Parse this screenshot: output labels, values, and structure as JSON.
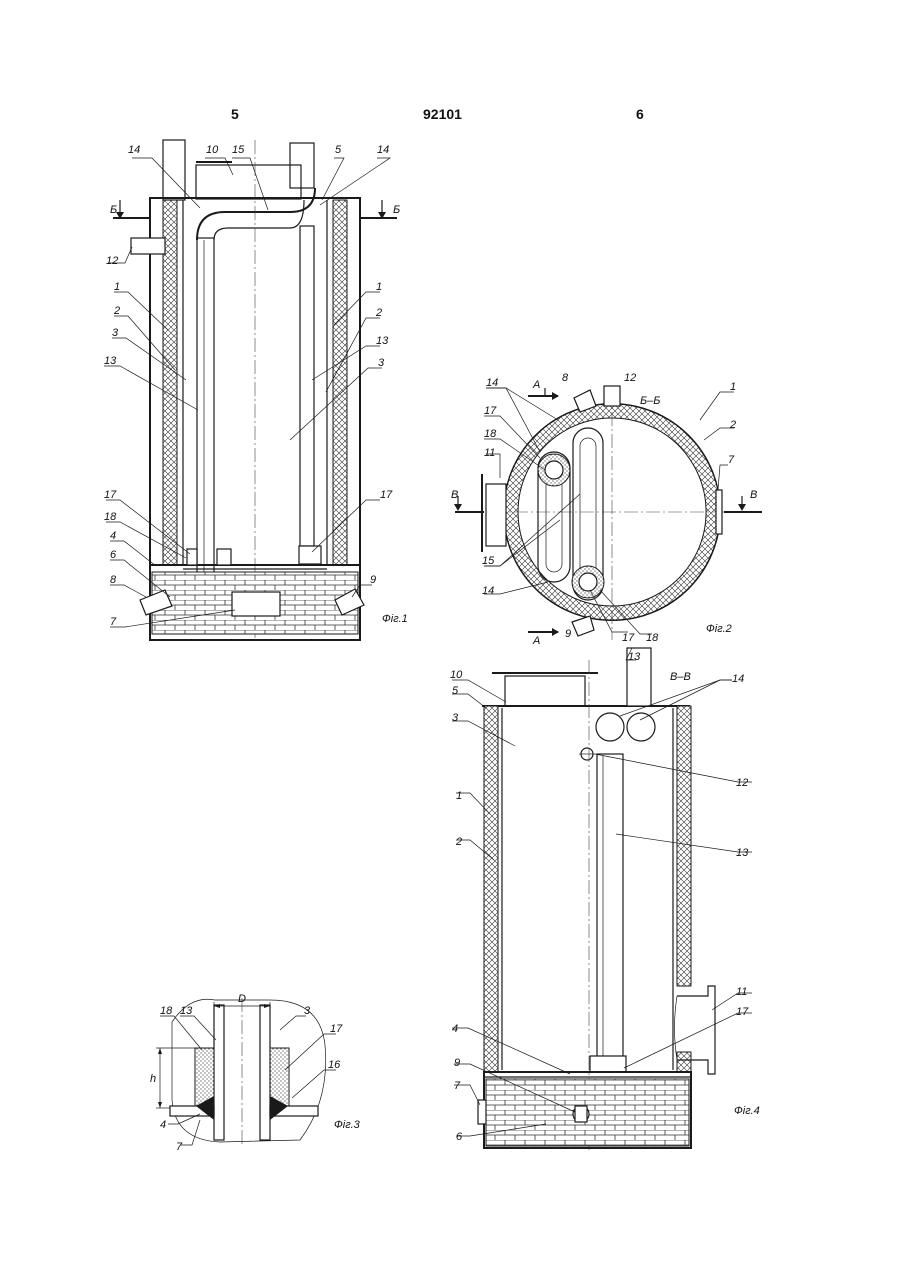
{
  "header": {
    "page_left": "5",
    "doc_number": "92101",
    "page_right": "6"
  },
  "fig1": {
    "caption": "Фіг.1",
    "section_mark": "Б",
    "labels": [
      "14",
      "10",
      "15",
      "5",
      "14",
      "12",
      "1",
      "2",
      "3",
      "13",
      "1",
      "2",
      "13",
      "3",
      "17",
      "18",
      "4",
      "6",
      "8",
      "7",
      "17",
      "9"
    ]
  },
  "fig2": {
    "caption": "Фіг.2",
    "title": "Б–Б",
    "section_mark_a": "А",
    "section_mark_v": "В",
    "labels": [
      "8",
      "12",
      "1",
      "2",
      "14",
      "17",
      "18",
      "11",
      "7",
      "15",
      "14",
      "9",
      "17",
      "18"
    ]
  },
  "fig3": {
    "caption": "Фіг.3",
    "labels": [
      "18",
      "13",
      "D",
      "3",
      "17",
      "16",
      "h",
      "4",
      "7"
    ]
  },
  "fig4": {
    "caption": "Фіг.4",
    "title": "В–В",
    "labels": [
      "10",
      "5",
      "13",
      "14",
      "3",
      "12",
      "1",
      "13",
      "2",
      "11",
      "17",
      "4",
      "9",
      "7",
      "6"
    ]
  },
  "colors": {
    "ink": "#1a1a1a",
    "paper": "#ffffff"
  }
}
